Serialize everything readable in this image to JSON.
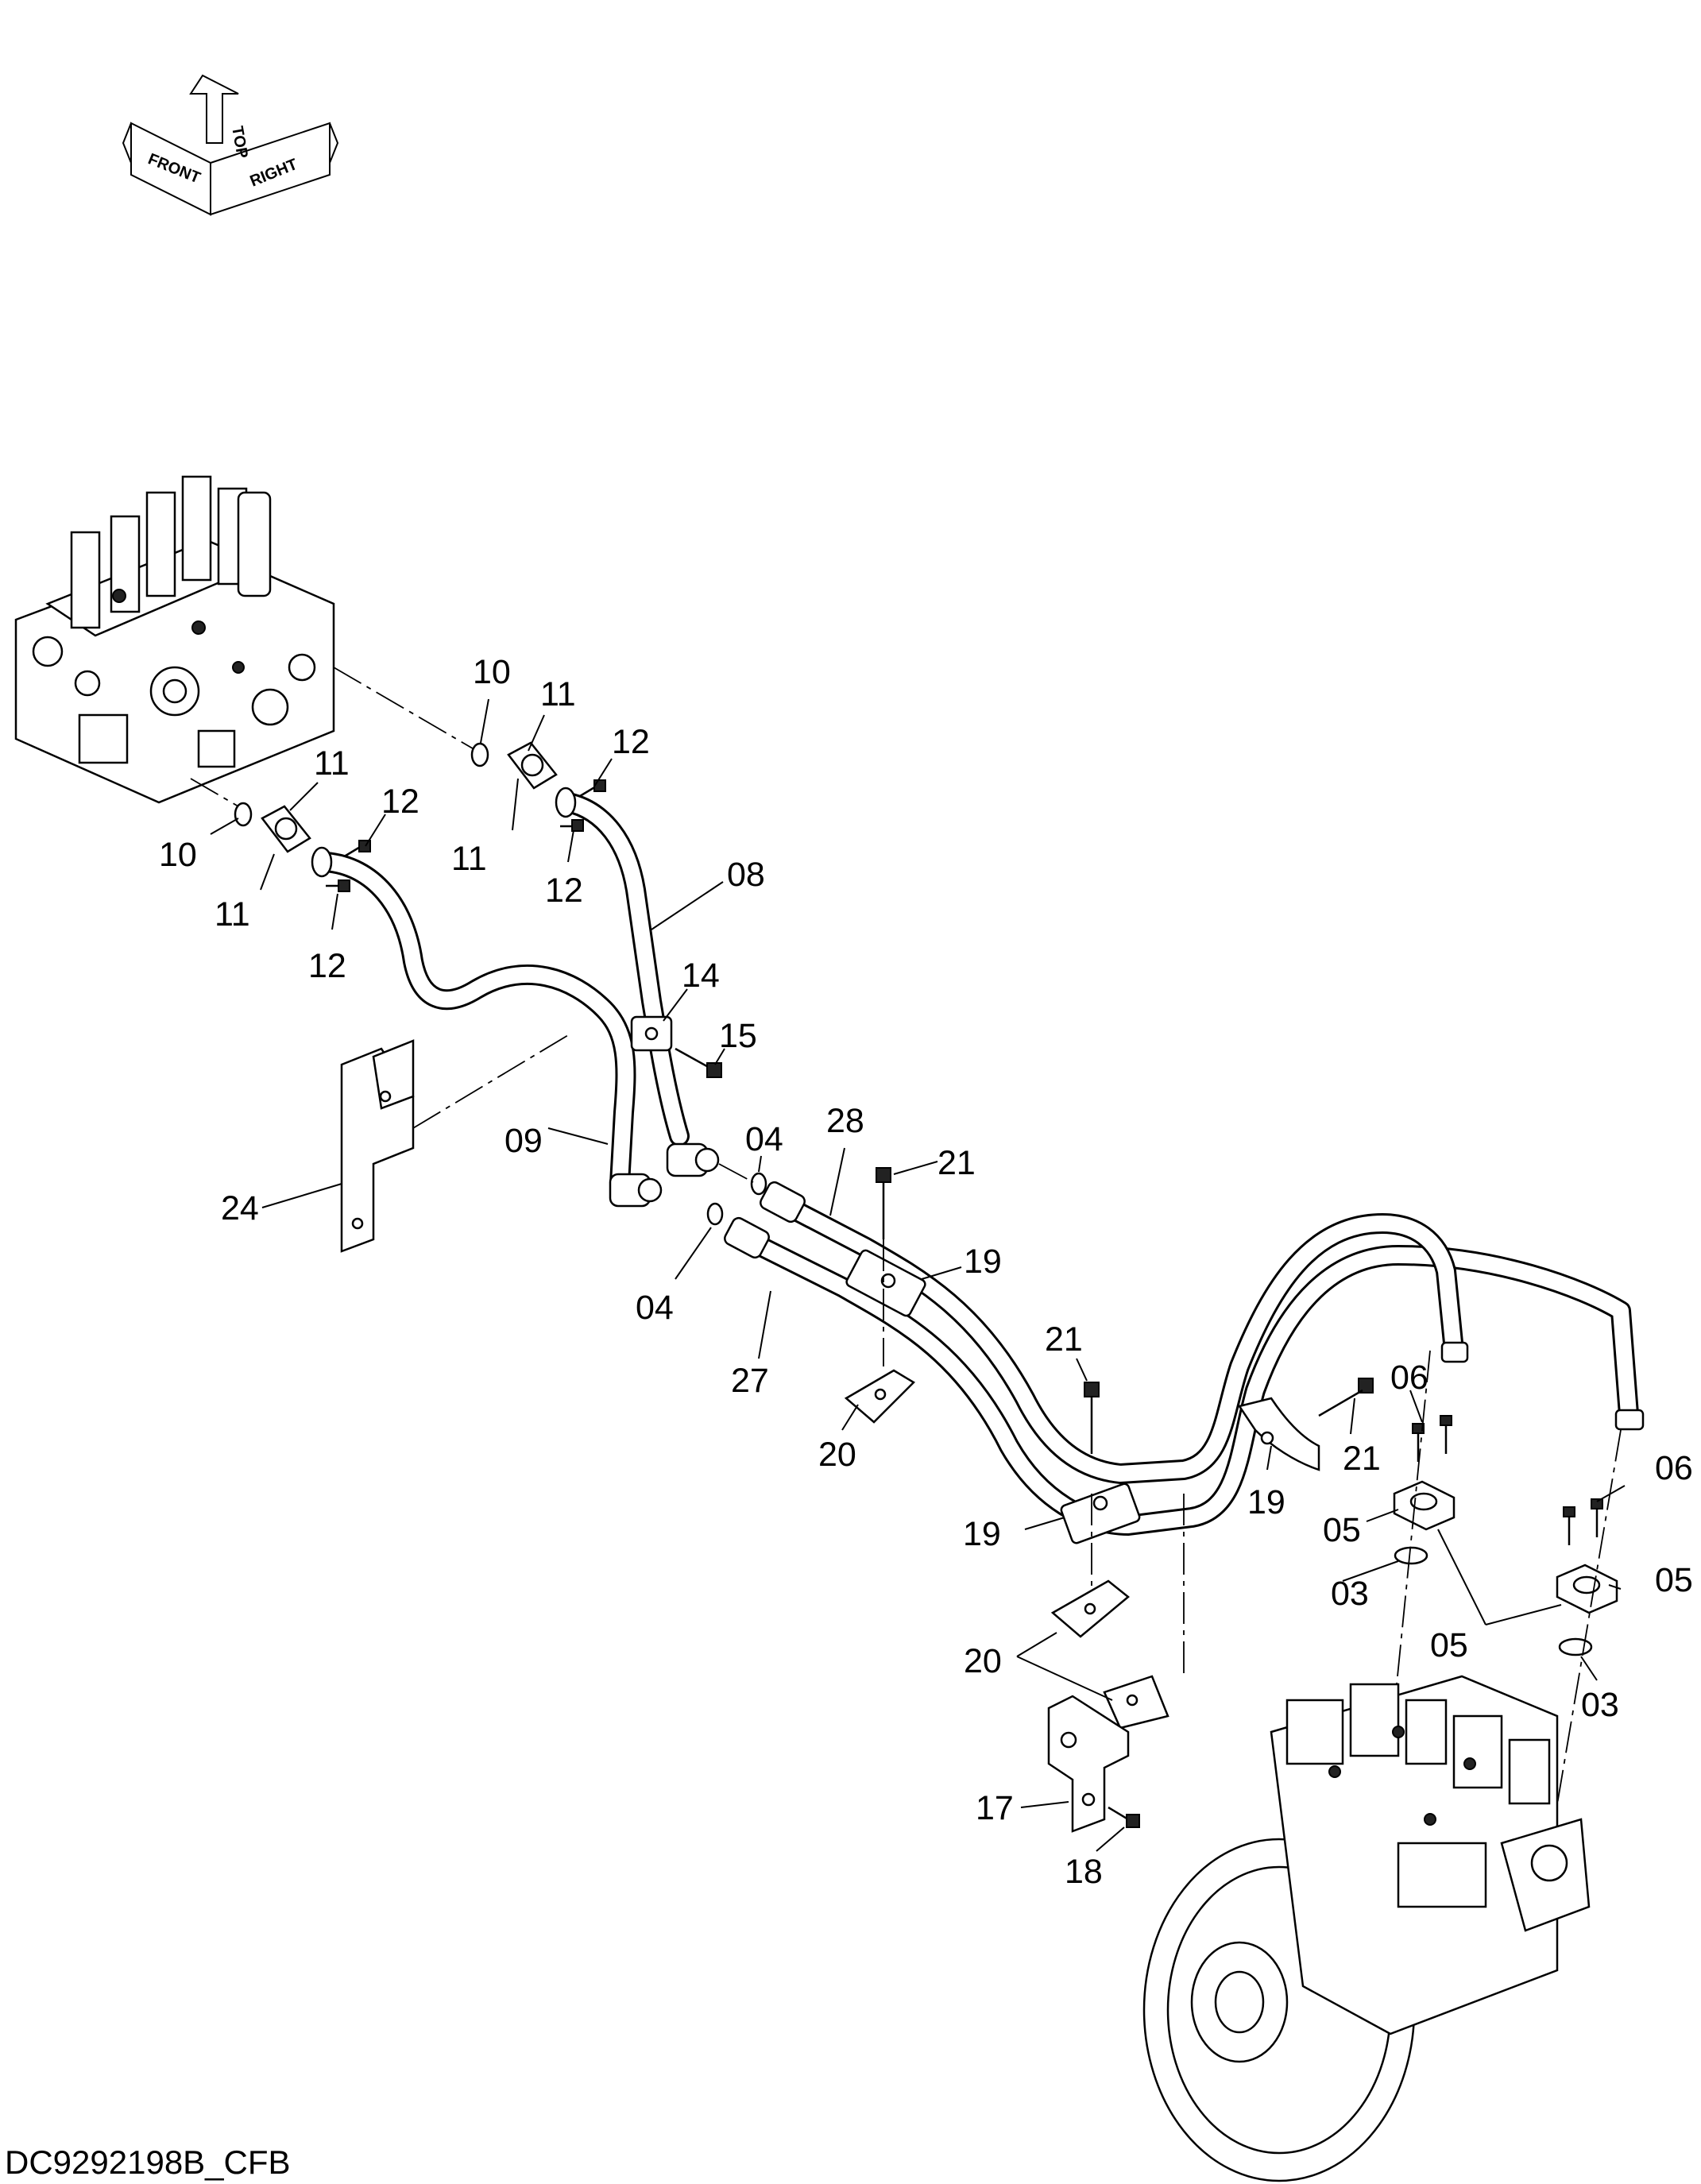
{
  "compass": {
    "top": "TOP",
    "front": "FRONT",
    "right": "RIGHT"
  },
  "callouts": {
    "c10a": "10",
    "c10b": "10",
    "c11a": "11",
    "c11b": "11",
    "c11c": "11",
    "c11d": "11",
    "c12a": "12",
    "c12b": "12",
    "c12c": "12",
    "c12d": "12",
    "c08": "08",
    "c09": "09",
    "c14": "14",
    "c15": "15",
    "c04a": "04",
    "c04b": "04",
    "c24": "24",
    "c28": "28",
    "c27": "27",
    "c21a": "21",
    "c21b": "21",
    "c21c": "21",
    "c19a": "19",
    "c19b": "19",
    "c19c": "19",
    "c20a": "20",
    "c20b": "20",
    "c06a": "06",
    "c06b": "06",
    "c05a": "05",
    "c05b": "05",
    "c05c": "05",
    "c03a": "03",
    "c03b": "03",
    "c17": "17",
    "c18": "18"
  },
  "doc_id": "DC9292198B_CFB"
}
